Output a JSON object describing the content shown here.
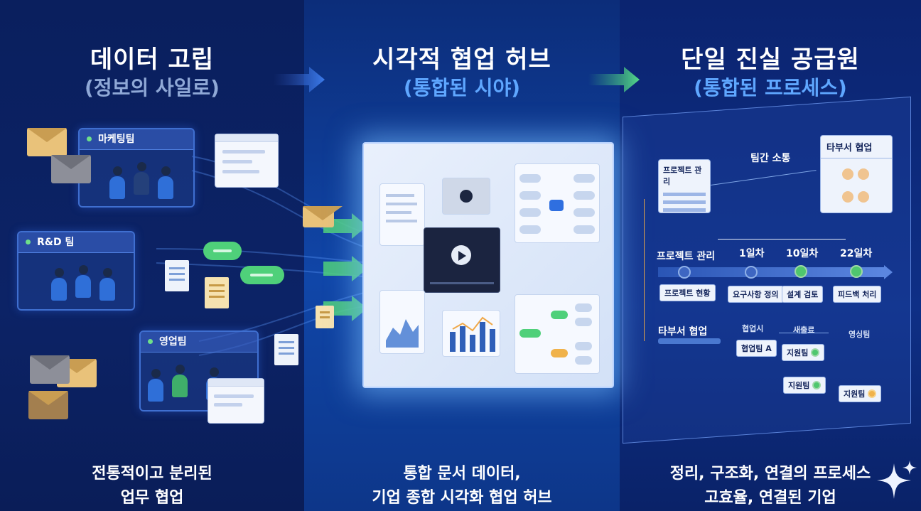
{
  "columns": [
    {
      "title": "데이터 고립",
      "subtitle": "(정보의 사일로)",
      "caption_line1": "전통적이고 분리된",
      "caption_line2": "업무 협업"
    },
    {
      "title": "시각적 협업 허브",
      "subtitle": "(통합된 시야)",
      "caption_line1": "통합 문서 데이터,",
      "caption_line2": "기업 종합 시각화 협업 허브"
    },
    {
      "title": "단일 진실 공급원",
      "subtitle": "(통합된 프로세스)",
      "caption_line1": "정리, 구조화, 연결의 프로세스",
      "caption_line2": "고효율, 연결된 기업"
    }
  ],
  "silos": {
    "marketing": "마케팅팀",
    "rnd": "R&D 팀",
    "sales": "영업팀"
  },
  "process": {
    "project_mgmt_card": "프로젝트 관리",
    "team_comm": "팀간 소통",
    "cross_dept_card": "타부서 협업",
    "project_mgmt_label": "프로젝트 관리",
    "project_status_chip": "프로젝트 현황",
    "timeline": [
      {
        "day": "1일차",
        "task": "요구사항 정의"
      },
      {
        "day": "10일차",
        "task": "설계 검토"
      },
      {
        "day": "22일차",
        "task": "피드백 처리"
      }
    ],
    "cross_dept_label": "타부서 협업",
    "flow_top": [
      "협업시",
      "새출료",
      "영싱팀"
    ],
    "chip_partner": "협업팀 A",
    "chip_support1": "지원팀",
    "chip_support2": "지원팀",
    "chip_support3": "지원팀"
  },
  "colors": {
    "accent_green": "#4fd07a",
    "accent_blue": "#5fa7ff",
    "bg_dark": "#0a1f5e"
  }
}
